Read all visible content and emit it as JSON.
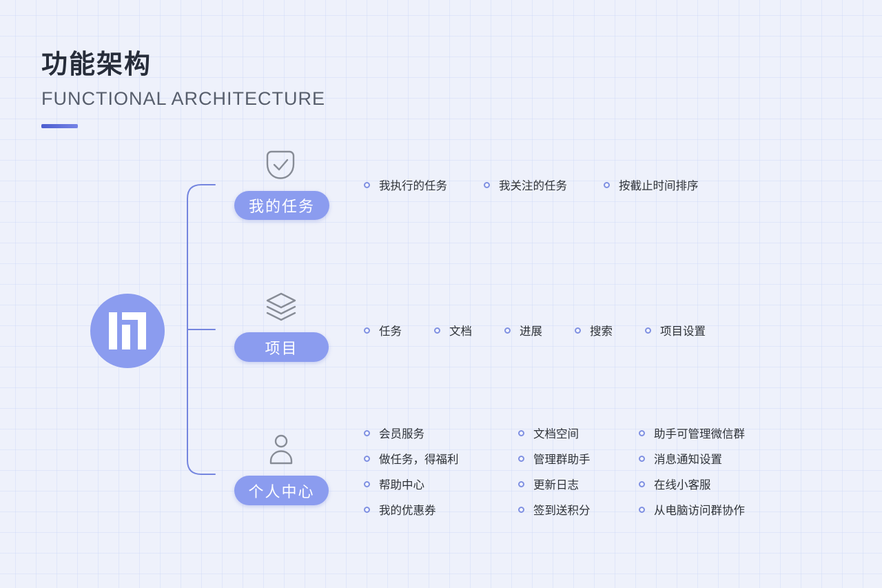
{
  "header": {
    "title": "功能架构",
    "subtitle": "FUNCTIONAL ARCHITECTURE"
  },
  "colors": {
    "background": "#eef1fb",
    "pill": "#8b9cef",
    "logo_circle": "#8b9cef",
    "connector_line": "#7485df",
    "accent_bar_start": "#4c5ecf",
    "accent_bar_end": "#7583e6",
    "bullet_ring": "#7f90e2",
    "title_text": "#272d3a",
    "subtitle_text": "#575e6c"
  },
  "icons": {
    "branch1": "shield-check-icon",
    "branch2": "layers-icon",
    "branch3": "user-icon",
    "logo": "brand-logo"
  },
  "branches": [
    {
      "label": "我的任务",
      "items": [
        "我执行的任务",
        "我关注的任务",
        "按截止时间排序"
      ]
    },
    {
      "label": "项目",
      "items": [
        "任务",
        "文档",
        "进展",
        "搜索",
        "项目设置"
      ]
    },
    {
      "label": "个人中心",
      "columns": [
        [
          "会员服务",
          "做任务，得福利",
          "帮助中心",
          "我的优惠券"
        ],
        [
          "文档空间",
          "管理群助手",
          "更新日志",
          "签到送积分"
        ],
        [
          "助手可管理微信群",
          "消息通知设置",
          "在线小客服",
          "从电脑访问群协作"
        ]
      ]
    }
  ]
}
